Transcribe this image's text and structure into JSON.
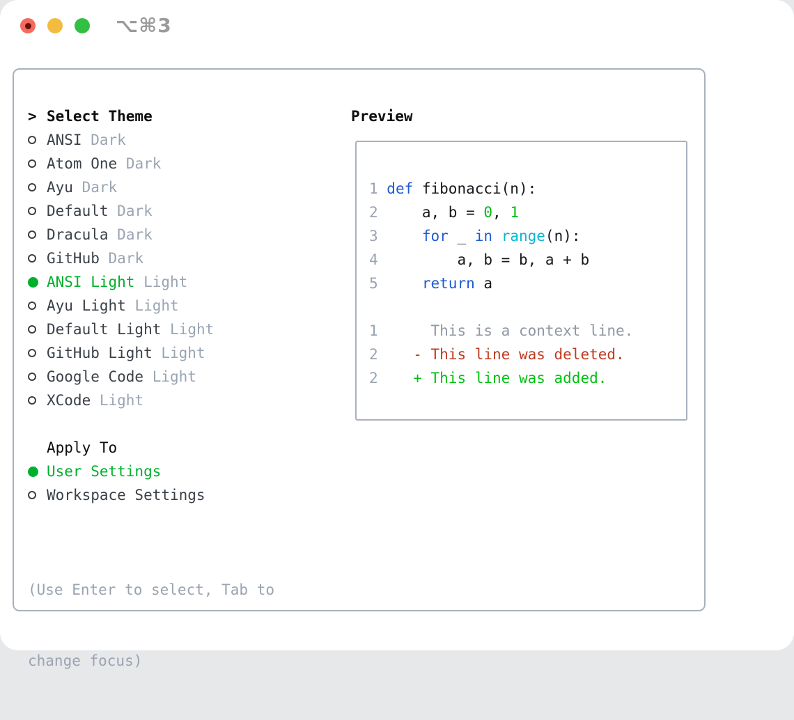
{
  "titlebar": {
    "shortcut": "⌥⌘3"
  },
  "theme_panel": {
    "header_marker": ">",
    "header": "Select Theme",
    "themes": [
      {
        "name": "ANSI",
        "variant": "Dark",
        "selected": false
      },
      {
        "name": "Atom One",
        "variant": "Dark",
        "selected": false
      },
      {
        "name": "Ayu",
        "variant": "Dark",
        "selected": false
      },
      {
        "name": "Default",
        "variant": "Dark",
        "selected": false
      },
      {
        "name": "Dracula",
        "variant": "Dark",
        "selected": false
      },
      {
        "name": "GitHub",
        "variant": "Dark",
        "selected": false
      },
      {
        "name": "ANSI Light",
        "variant": "Light",
        "selected": true
      },
      {
        "name": "Ayu Light",
        "variant": "Light",
        "selected": false
      },
      {
        "name": "Default Light",
        "variant": "Light",
        "selected": false
      },
      {
        "name": "GitHub Light",
        "variant": "Light",
        "selected": false
      },
      {
        "name": "Google Code",
        "variant": "Light",
        "selected": false
      },
      {
        "name": "XCode",
        "variant": "Light",
        "selected": false
      }
    ],
    "apply_to": {
      "header": "Apply To",
      "options": [
        {
          "label": "User Settings",
          "selected": true
        },
        {
          "label": "Workspace Settings",
          "selected": false
        }
      ]
    },
    "help_lines": [
      "(Use Enter to select, Tab to",
      "change focus)"
    ]
  },
  "preview": {
    "title": "Preview",
    "lines": [
      {
        "kind": "code",
        "tokens": [
          {
            "c": "num",
            "t": "1 "
          },
          {
            "c": "kw",
            "t": "def"
          },
          {
            "c": "txt",
            "t": " fibonacci(n):"
          }
        ]
      },
      {
        "kind": "code",
        "tokens": [
          {
            "c": "num",
            "t": "2 "
          },
          {
            "c": "txt",
            "t": "    a, b = "
          },
          {
            "c": "lit",
            "t": "0"
          },
          {
            "c": "txt",
            "t": ", "
          },
          {
            "c": "lit",
            "t": "1"
          }
        ]
      },
      {
        "kind": "code",
        "tokens": [
          {
            "c": "num",
            "t": "3 "
          },
          {
            "c": "txt",
            "t": "    "
          },
          {
            "c": "kw",
            "t": "for"
          },
          {
            "c": "txt",
            "t": " _ "
          },
          {
            "c": "kw",
            "t": "in"
          },
          {
            "c": "txt",
            "t": " "
          },
          {
            "c": "fn",
            "t": "range"
          },
          {
            "c": "txt",
            "t": "(n):"
          }
        ]
      },
      {
        "kind": "code",
        "tokens": [
          {
            "c": "num",
            "t": "4 "
          },
          {
            "c": "txt",
            "t": "        a, b = b, a + b"
          }
        ]
      },
      {
        "kind": "code",
        "tokens": [
          {
            "c": "num",
            "t": "5 "
          },
          {
            "c": "txt",
            "t": "    "
          },
          {
            "c": "kw",
            "t": "return"
          },
          {
            "c": "txt",
            "t": " a"
          }
        ]
      },
      {
        "kind": "blank",
        "tokens": []
      },
      {
        "kind": "diff-context",
        "tokens": [
          {
            "c": "num",
            "t": "1 "
          },
          {
            "c": "ctx",
            "t": "     This is a context line."
          }
        ]
      },
      {
        "kind": "diff-deleted",
        "tokens": [
          {
            "c": "num",
            "t": "2 "
          },
          {
            "c": "del",
            "t": "   - This line was deleted."
          }
        ]
      },
      {
        "kind": "diff-added",
        "tokens": [
          {
            "c": "num",
            "t": "2 "
          },
          {
            "c": "add",
            "t": "   + This line was added."
          }
        ]
      }
    ]
  },
  "colors": {
    "panel_border": "#a9b1bc",
    "header_text": "#0c0e10",
    "list_text": "#3a4047",
    "muted_text": "#9aa5b3",
    "help_text": "#9aa3b0",
    "selected_green": "#00b02c",
    "keyword_blue": "#1f5ad2",
    "builtin_cyan": "#0ab6d2",
    "literal_green": "#00bb13",
    "code_text": "#15181c",
    "line_number": "#99a3b2",
    "context_gray": "#8f98a3",
    "deleted_red": "#c03a1f",
    "added_green": "#00c213",
    "traffic_red": "#f26b5e",
    "traffic_red_dot": "#6b0f07",
    "traffic_yellow": "#f3bb40",
    "traffic_green": "#32c043",
    "shortcut_gray": "#9b9b9b"
  }
}
